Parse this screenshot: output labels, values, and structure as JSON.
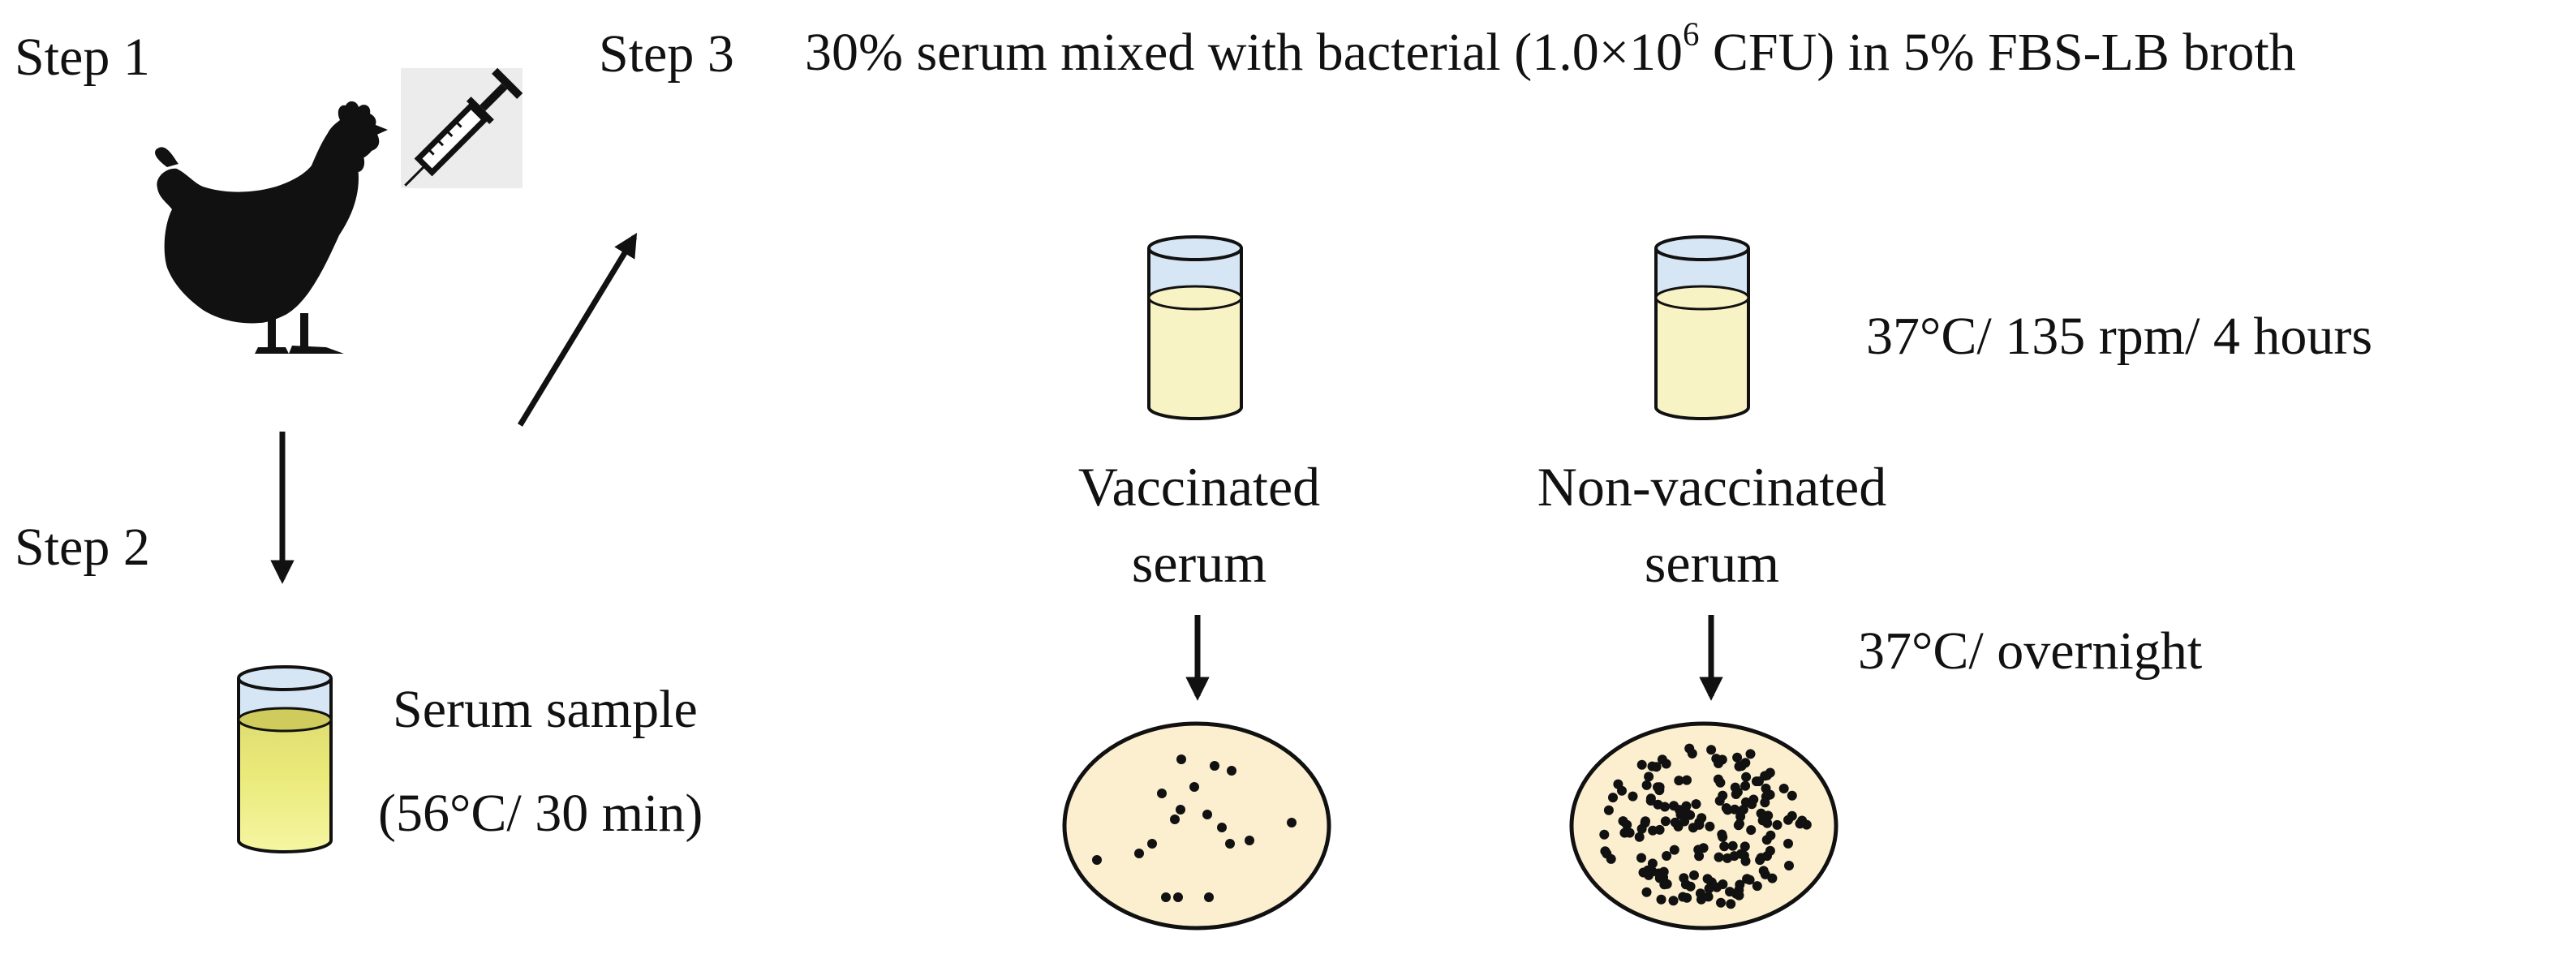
{
  "steps": {
    "step1": "Step  1",
    "step2": "Step 2",
    "step3": "Step 3"
  },
  "step3_description": {
    "before": "30% serum mixed with bacterial (1.0×10",
    "exponent": "6",
    "after": " CFU) in 5% FBS-LB broth"
  },
  "serum_sample": {
    "label": "Serum sample",
    "condition": "(56°C/ 30 min)"
  },
  "incubation": {
    "shaking": "37°C/ 135 rpm/ 4 hours",
    "plating": "37°C/ overnight"
  },
  "groups": {
    "vaccinated": {
      "line1": "Vaccinated",
      "line2": "serum"
    },
    "non_vaccinated": {
      "line1": "Non-vaccinated",
      "line2": "serum"
    }
  },
  "icons": [
    "chicken-icon",
    "syringe-icon",
    "serum-tube-icon",
    "culture-tube-icon",
    "petri-dish-icon"
  ],
  "colors": {
    "tube_fill_light": "#f8f3c4",
    "tube_fill_yellow": "#e6e26a",
    "tube_cap": "#d7e6f5",
    "plate_fill": "#fbefd0",
    "colony": "#111111"
  }
}
